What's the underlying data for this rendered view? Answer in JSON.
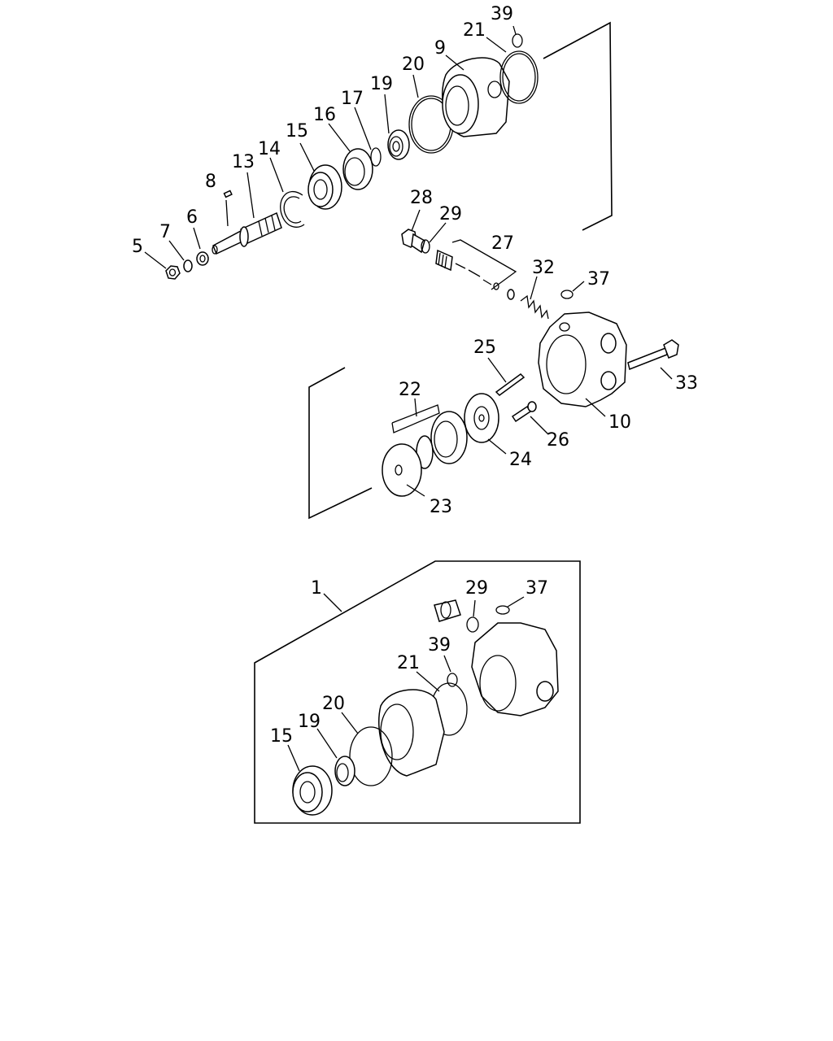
{
  "callouts": [
    {
      "id": "c39a",
      "text": "39"
    },
    {
      "id": "c21a",
      "text": "21"
    },
    {
      "id": "c9",
      "text": "9"
    },
    {
      "id": "c20a",
      "text": "20"
    },
    {
      "id": "c19a",
      "text": "19"
    },
    {
      "id": "c17",
      "text": "17"
    },
    {
      "id": "c16",
      "text": "16"
    },
    {
      "id": "c15a",
      "text": "15"
    },
    {
      "id": "c14",
      "text": "14"
    },
    {
      "id": "c13",
      "text": "13"
    },
    {
      "id": "c8",
      "text": "8"
    },
    {
      "id": "c6",
      "text": "6"
    },
    {
      "id": "c7",
      "text": "7"
    },
    {
      "id": "c5",
      "text": "5"
    },
    {
      "id": "c28",
      "text": "28"
    },
    {
      "id": "c29a",
      "text": "29"
    },
    {
      "id": "c27",
      "text": "27"
    },
    {
      "id": "c32",
      "text": "32"
    },
    {
      "id": "c37a",
      "text": "37"
    },
    {
      "id": "c25",
      "text": "25"
    },
    {
      "id": "c33",
      "text": "33"
    },
    {
      "id": "c22",
      "text": "22"
    },
    {
      "id": "c10",
      "text": "10"
    },
    {
      "id": "c26",
      "text": "26"
    },
    {
      "id": "c24",
      "text": "24"
    },
    {
      "id": "c23",
      "text": "23"
    },
    {
      "id": "c1",
      "text": "1"
    },
    {
      "id": "c29b",
      "text": "29"
    },
    {
      "id": "c37b",
      "text": "37"
    },
    {
      "id": "c39b",
      "text": "39"
    },
    {
      "id": "c21b",
      "text": "21"
    },
    {
      "id": "c20b",
      "text": "20"
    },
    {
      "id": "c19b",
      "text": "19"
    },
    {
      "id": "c15b",
      "text": "15"
    }
  ]
}
